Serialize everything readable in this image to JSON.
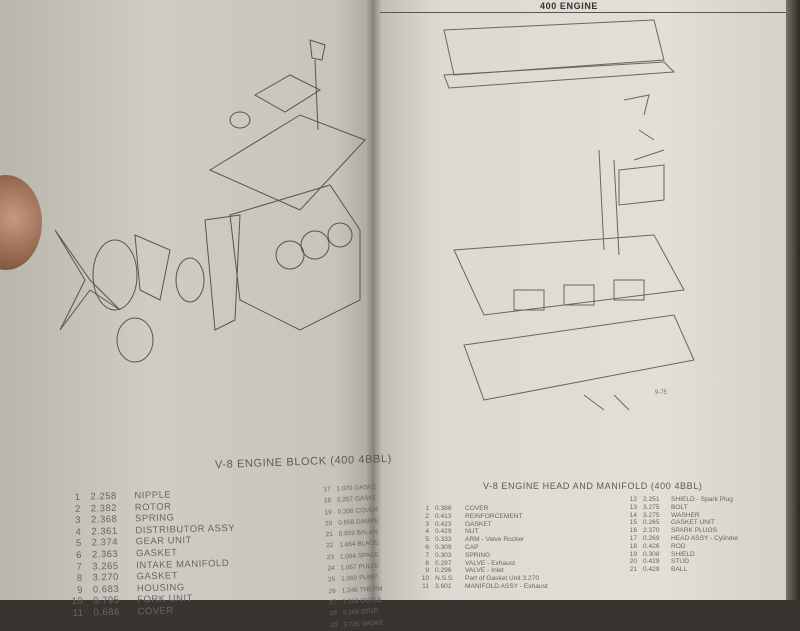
{
  "right_page": {
    "header": "400 ENGINE",
    "page_number": "9-75",
    "title": "V-8 ENGINE HEAD AND MANIFOLD (400 4BBL)",
    "parts_col1": [
      {
        "n": "1",
        "code": "0.386",
        "name": "COVER"
      },
      {
        "n": "2",
        "code": "0.413",
        "name": "REINFORCEMENT"
      },
      {
        "n": "3",
        "code": "0.423",
        "name": "GASKET"
      },
      {
        "n": "4",
        "code": "0.429",
        "name": "NUT"
      },
      {
        "n": "5",
        "code": "0.333",
        "name": "ARM - Valve Rocker"
      },
      {
        "n": "6",
        "code": "0.309",
        "name": "CAP"
      },
      {
        "n": "7",
        "code": "0.303",
        "name": "SPRING"
      },
      {
        "n": "8",
        "code": "0.297",
        "name": "VALVE - Exhaust"
      },
      {
        "n": "9",
        "code": "0.296",
        "name": "VALVE - Inlet"
      },
      {
        "n": "10",
        "code": "N.S.S.",
        "name": "Part of Gasket Unit 3.270"
      },
      {
        "n": "11",
        "code": "3.601",
        "name": "MANIFOLD ASSY - Exhaust"
      }
    ],
    "parts_col2": [
      {
        "n": "12",
        "code": "2.251",
        "name": "SHIELD - Spark Plug"
      },
      {
        "n": "13",
        "code": "3.275",
        "name": "BOLT"
      },
      {
        "n": "14",
        "code": "3.275",
        "name": "WASHER"
      },
      {
        "n": "15",
        "code": "0.265",
        "name": "GASKET UNIT"
      },
      {
        "n": "16",
        "code": "2.370",
        "name": "SPARK PLUGS"
      },
      {
        "n": "17",
        "code": "0.269",
        "name": "HEAD ASSY - Cylinder"
      },
      {
        "n": "18",
        "code": "0.426",
        "name": "ROD"
      },
      {
        "n": "19",
        "code": "0.308",
        "name": "SHIELD"
      },
      {
        "n": "20",
        "code": "0.429",
        "name": "STUD"
      },
      {
        "n": "21",
        "code": "0.429",
        "name": "BALL"
      }
    ]
  },
  "left_page": {
    "title": "V-8 ENGINE BLOCK (400 4BBL)",
    "parts_col1": [
      {
        "n": "1",
        "code": "2.258",
        "name": "NIPPLE"
      },
      {
        "n": "2",
        "code": "2.382",
        "name": "ROTOR"
      },
      {
        "n": "3",
        "code": "2.368",
        "name": "SPRING"
      },
      {
        "n": "4",
        "code": "2.361",
        "name": "DISTRIBUTOR ASSY"
      },
      {
        "n": "5",
        "code": "2.374",
        "name": "GEAR UNIT"
      },
      {
        "n": "6",
        "code": "2.363",
        "name": "GASKET"
      },
      {
        "n": "7",
        "code": "3.265",
        "name": "INTAKE MANIFOLD"
      },
      {
        "n": "8",
        "code": "3.270",
        "name": "GASKET"
      },
      {
        "n": "9",
        "code": "0.683",
        "name": "HOUSING"
      },
      {
        "n": "10",
        "code": "0.795",
        "name": "FORK UNIT"
      },
      {
        "n": "11",
        "code": "0.686",
        "name": "COVER"
      }
    ],
    "parts_col2": [
      {
        "n": "17",
        "code": "1.070",
        "name": "GASKE"
      },
      {
        "n": "18",
        "code": "0.257",
        "name": "GASKE"
      },
      {
        "n": "19",
        "code": "0.206",
        "name": "COVER"
      },
      {
        "n": "20",
        "code": "0.658",
        "name": "DAMPE"
      },
      {
        "n": "21",
        "code": "0.659",
        "name": "BALAN"
      },
      {
        "n": "22",
        "code": "1.064",
        "name": "BLADE"
      },
      {
        "n": "23",
        "code": "1.064",
        "name": "SPACE"
      },
      {
        "n": "24",
        "code": "1.067",
        "name": "PULLE"
      },
      {
        "n": "25",
        "code": "1.069",
        "name": "PUMP"
      },
      {
        "n": "26",
        "code": "1.248",
        "name": "THERM"
      },
      {
        "n": "27",
        "code": "1.153",
        "name": "OUTLE"
      },
      {
        "n": "28",
        "code": "3.268",
        "name": "STUD"
      },
      {
        "n": "29",
        "code": "3.726",
        "name": "GASKE"
      }
    ]
  }
}
